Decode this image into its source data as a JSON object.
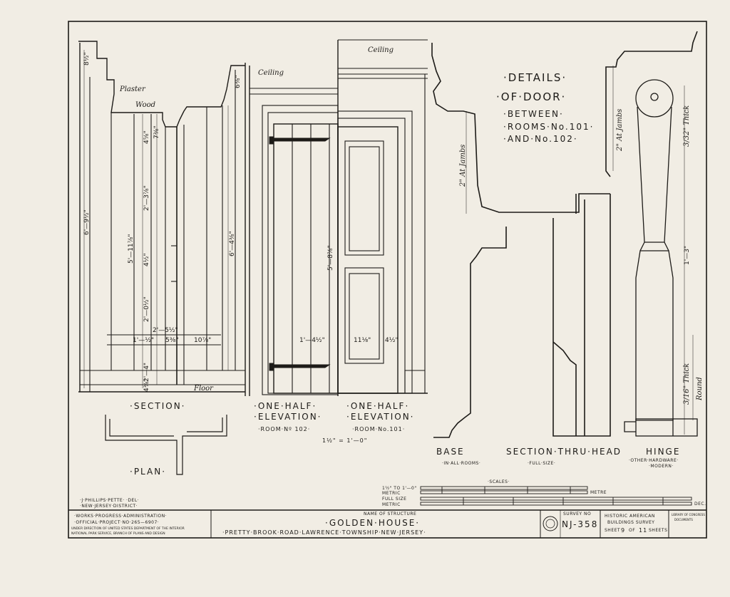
{
  "details_title": {
    "line1": "·DETAILS·",
    "line2": "·OF·DOOR·",
    "line3": "·BETWEEN·",
    "line4": "·ROOMS·No.101·",
    "line5": "·AND·No.102·"
  },
  "section_view": {
    "title": "·SECTION·",
    "notes": {
      "plaster": "Plaster",
      "wood": "Wood",
      "floor": "Floor"
    },
    "dims": {
      "d1": "8½\"",
      "d2": "6'—9½\"",
      "d3": "5'—11⅞\"",
      "d4": "4⅝\"",
      "d5": "2'—3⅞\"",
      "d6": "4½\"",
      "d7": "2'—0½\"",
      "d8": "2'—5½\"",
      "d9": "1'—½\"",
      "d10": "5⅜\"",
      "d11": "10⅞\"",
      "d12": "4⅜\"",
      "d13": "2'—4\"",
      "d14": "6'—4⅜\"",
      "d15": "6⅜\"",
      "d16": "7⅜\""
    }
  },
  "plan_view": {
    "title": "·PLAN·"
  },
  "elevation_102": {
    "title_line1": "·ONE·HALF·",
    "title_line2": "·ELEVATION·",
    "title_line3": "·ROOM·Nº 102·",
    "ceiling": "Ceiling",
    "dim_height": "5'—8⅞\"",
    "dim_width": "1'—4½\""
  },
  "elevation_101": {
    "title_line1": "·ONE·HALF·",
    "title_line2": "·ELEVATION·",
    "title_line3": "·ROOM·No.101·",
    "ceiling": "Ceiling",
    "dim_a": "11⅛\"",
    "dim_b": "4½\""
  },
  "elevation_scale": "1½\" = 1'—0\"",
  "base": {
    "title": "BASE",
    "subtitle": "·IN·ALL·ROOMS·",
    "jamb_note": "2\" At Jambs"
  },
  "head_section": {
    "title": "SECTION·THRU·HEAD",
    "subtitle": "·FULL·SIZE·",
    "jamb_note": "2\" At Jambs"
  },
  "hinge": {
    "title": "HINGE",
    "subtitle1": "·OTHER·HARDWARE·",
    "subtitle2": "·MODERN·",
    "dim_thick1": "3/32\" Thick",
    "dim_length": "1'—3\"",
    "dim_thick2": "3/16\" Thick",
    "round_note": "Round"
  },
  "scales": {
    "heading": "·SCALES·",
    "row1": "1½\" TO 1'—0\"",
    "row2": "METRIC",
    "row3": "FULL SIZE",
    "row4": "METRIC",
    "unit_metre": "METRE",
    "unit_dec": "DEC."
  },
  "credits": {
    "line1": "·J·PHILLIPS·PETTE·     ·DEL·",
    "line2": "·NEW·JERSEY·DISTRICT·"
  },
  "title_block": {
    "wpa1": "·WORKS·PROGRESS·ADMINISTRATION·",
    "wpa2": "·OFFICIAL·PROJECT·NO·265—6907·",
    "wpa3": "UNDER DIRECTION OF UNITED STATES DEPARTMENT OF THE INTERIOR",
    "wpa4": "NATIONAL PARK SERVICE, BRANCH OF PLANS AND DESIGN",
    "name_label": "NAME OF STRUCTURE",
    "name": "·GOLDEN·HOUSE·",
    "location": "·PRETTY·BROOK·ROAD·LAWRENCE·TOWNSHIP·NEW·JERSEY·",
    "survey_label": "SURVEY NO",
    "survey_no": "NJ-358",
    "habs1": "HISTORIC AMERICAN",
    "habs2": "BUILDINGS SURVEY",
    "sheet_prefix": "SHEET",
    "sheet_no": "9",
    "sheet_of": "OF",
    "sheet_total": "11",
    "sheet_suffix": "SHEETS",
    "loc1": "LIBRARY OF CONGRESS",
    "loc2": "DOCUMENTS"
  }
}
